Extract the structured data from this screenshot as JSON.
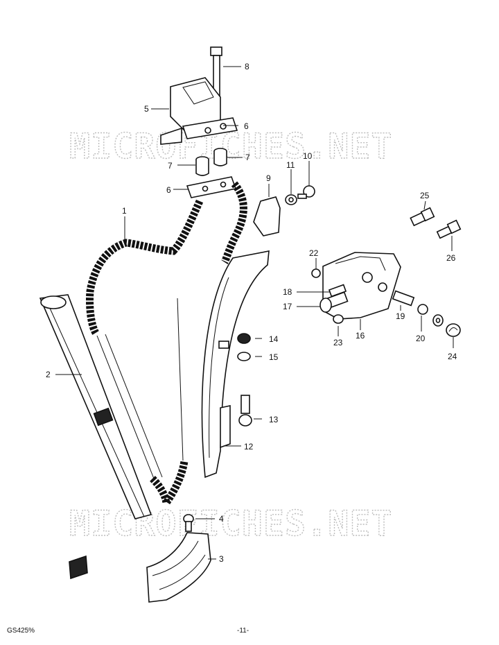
{
  "watermark": "MICROFICHES.NET",
  "footer": {
    "code": "GS425%",
    "page": "-11-"
  },
  "callouts": [
    {
      "id": "c1",
      "text": "1"
    },
    {
      "id": "c2",
      "text": "2"
    },
    {
      "id": "c3",
      "text": "3"
    },
    {
      "id": "c4",
      "text": "4"
    },
    {
      "id": "c5",
      "text": "5"
    },
    {
      "id": "c6a",
      "text": "6"
    },
    {
      "id": "c6b",
      "text": "6"
    },
    {
      "id": "c7a",
      "text": "7"
    },
    {
      "id": "c7b",
      "text": "7"
    },
    {
      "id": "c8",
      "text": "8"
    },
    {
      "id": "c9",
      "text": "9"
    },
    {
      "id": "c10",
      "text": "10"
    },
    {
      "id": "c11",
      "text": "11"
    },
    {
      "id": "c12",
      "text": "12"
    },
    {
      "id": "c13",
      "text": "13"
    },
    {
      "id": "c14",
      "text": "14"
    },
    {
      "id": "c15",
      "text": "15"
    },
    {
      "id": "c16",
      "text": "16"
    },
    {
      "id": "c17",
      "text": "17"
    },
    {
      "id": "c18",
      "text": "18"
    },
    {
      "id": "c19",
      "text": "19"
    },
    {
      "id": "c20",
      "text": "20"
    },
    {
      "id": "c22",
      "text": "22"
    },
    {
      "id": "c23",
      "text": "23"
    },
    {
      "id": "c24",
      "text": "24"
    },
    {
      "id": "c25",
      "text": "25"
    },
    {
      "id": "c26",
      "text": "26"
    }
  ]
}
